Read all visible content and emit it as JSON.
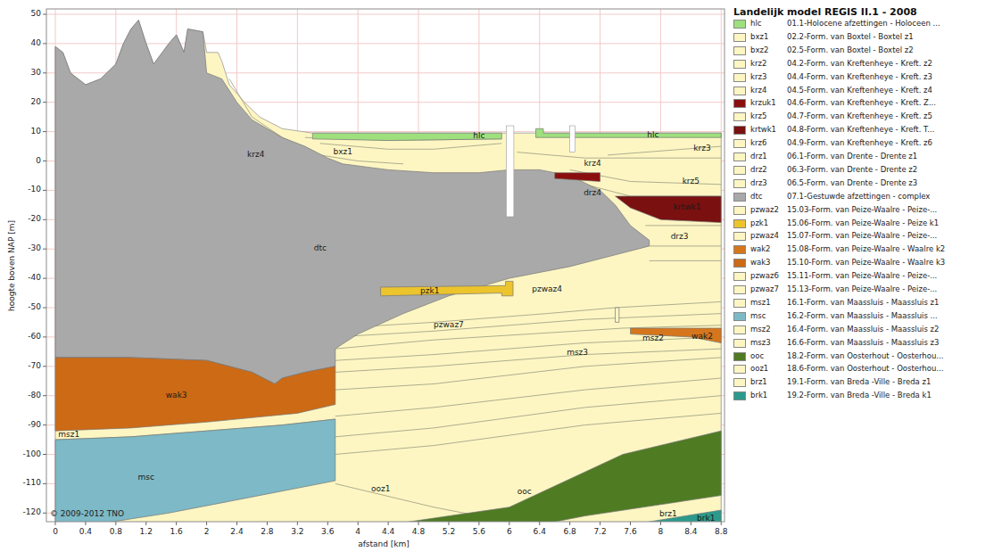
{
  "diagram": {
    "title": "Landelijk model REGIS II.1 - 2008",
    "labels": [
      "50",
      "40",
      "30",
      "20",
      "10",
      "0",
      "-10",
      "-20",
      "-30",
      "-40",
      "-50",
      "-60",
      "-70",
      "-80",
      "-90",
      "-100",
      "-110",
      "-120",
      "0",
      "0.4",
      "0.8",
      "1.2",
      "1.6",
      "2",
      "2.4",
      "2.8",
      "3.2",
      "3.6",
      "4",
      "4.4",
      "4.8",
      "5.2",
      "5.6",
      "6",
      "6.4",
      "6.8",
      "7.2",
      "7.6",
      "8",
      "8.4",
      "8.8",
      "hoogte boven NAP [m]",
      "afstand [km]",
      "© 2009-2012 TNO",
      "hlc",
      "hlc",
      "krz4",
      "bxz1",
      "krz3",
      "krz4",
      "krz5",
      "drz4",
      "krtwk1",
      "drz3",
      "dtc",
      "pzk1",
      "pzwaz4",
      "pzwaz7",
      "msz2",
      "msz3",
      "wak2",
      "wak3",
      "msz1",
      "msc",
      "ooz1",
      "ooc",
      "brz1",
      "brk1",
      "01.1-Holocene afzettingen - Holoceen ...",
      "02.2-Form. van Boxtel - Boxtel z1",
      "02.5-Form. van Boxtel - Boxtel z2",
      "04.2-Form. van Kreftenheye - Kreft. z2",
      "04.4-Form. van Kreftenheye - Kreft. z3",
      "04.5-Form. van Kreftenheye - Kreft. z4",
      "04.6-Form. van Kreftenheye - Kreft. Z...",
      "04.7-Form. van Kreftenheye - Kreft. z5",
      "04.8-Form. van Kreftenheye - Kreft. T...",
      "04.9-Form. van Kreftenheye - Kreft. z6",
      "06.1-Form. van Drente - Drente z1",
      "06.3-Form. van Drente - Drente z2",
      "06.5-Form. van Drente - Drente z3",
      "07.1-Gestuwde afzettingen - complex",
      "15.03-Form. van Peize-Waalre - Peize-...",
      "15.06-Form. van Peize-Waalre - Peize k1",
      "15.07-Form. van Peize-Waalre - Peize-...",
      "15.08-Form. van Peize-Waalre - Waalre k2",
      "15.10-Form. van Peize-Waalre - Waalre k3",
      "15.11-Form. van Peize-Waalre - Peize-...",
      "15.13-Form. van Peize-Waalre - Peize-...",
      "16.1-Form. van Maassluis - Maassluis z1",
      "16.2-Form. van Maassluis - Maassluis ...",
      "16.4-Form. van Maassluis - Maassluis z2",
      "16.6-Form. van Maassluis - Maassluis z3",
      "18.2-Form. van Oosterhout - Oosterhou...",
      "18.6-Form. van Oosterhout - Oosterhou...",
      "19.1-Form. van Breda -Ville - Breda z1",
      "19.2-Form. van Breda -Ville - Breda k1"
    ],
    "legend": [
      {
        "text": "hlc",
        "color": "#9ee07e"
      },
      {
        "text": "bxz1",
        "color": "#fdf6c3"
      },
      {
        "text": "bxz2",
        "color": "#fdf6c3"
      },
      {
        "text": "krz2",
        "color": "#fdf6c3"
      },
      {
        "text": "krz3",
        "color": "#fdf6c3"
      },
      {
        "text": "krz4",
        "color": "#fdf6c3"
      },
      {
        "text": "krzuk1",
        "color": "#8b0e0e"
      },
      {
        "text": "krz5",
        "color": "#fdf6c3"
      },
      {
        "text": "krtwk1",
        "color": "#7a1010"
      },
      {
        "text": "krz6",
        "color": "#fdf6c3"
      },
      {
        "text": "drz1",
        "color": "#fdf6c3"
      },
      {
        "text": "drz2",
        "color": "#fdf6c3"
      },
      {
        "text": "drz3",
        "color": "#fdf6c3"
      },
      {
        "text": "dtc",
        "color": "#a9a9a9"
      },
      {
        "text": "pzwaz2",
        "color": "#fdf6c3"
      },
      {
        "text": "pzk1",
        "color": "#ecc42c"
      },
      {
        "text": "pzwaz4",
        "color": "#fdf6c3"
      },
      {
        "text": "wak2",
        "color": "#d6761c"
      },
      {
        "text": "wak3",
        "color": "#cc6a16"
      },
      {
        "text": "pzwaz6",
        "color": "#fdf6c3"
      },
      {
        "text": "pzwaz7",
        "color": "#fdf6c3"
      },
      {
        "text": "msz1",
        "color": "#fdf6c3"
      },
      {
        "text": "msc",
        "color": "#7db9c6"
      },
      {
        "text": "msz2",
        "color": "#fdf6c3"
      },
      {
        "text": "msz3",
        "color": "#fdf6c3"
      },
      {
        "text": "ooc",
        "color": "#4f7b22"
      },
      {
        "text": "ooz1",
        "color": "#fdf6c3"
      },
      {
        "text": "brz1",
        "color": "#fdf6c3"
      },
      {
        "text": "brk1",
        "color": "#2b9a8c"
      }
    ]
  }
}
